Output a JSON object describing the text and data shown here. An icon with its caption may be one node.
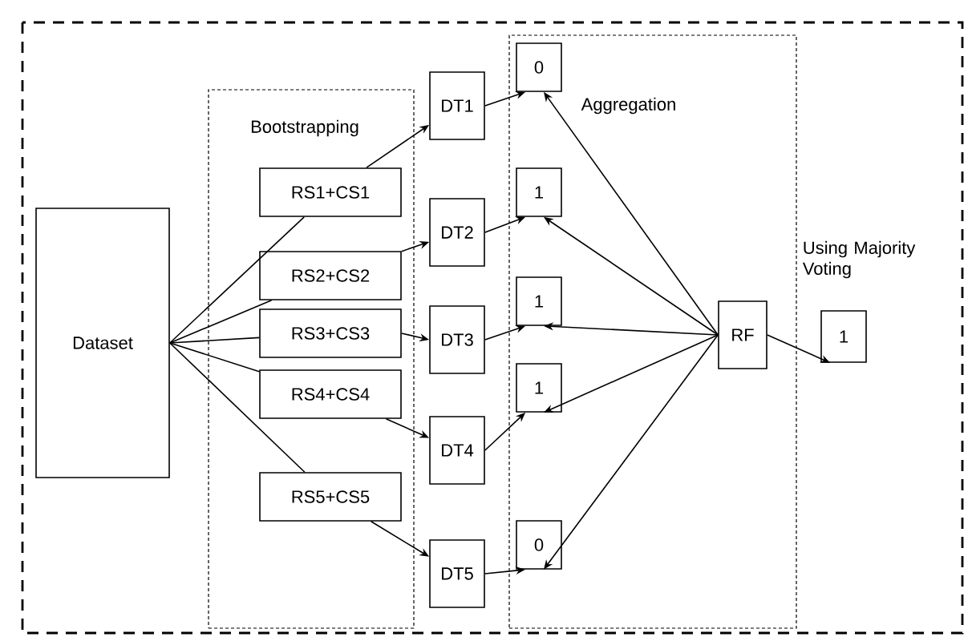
{
  "diagram": {
    "nodes": [
      {
        "text": [
          "Dataset"
        ]
      },
      {
        "text": [
          "Bootstrapping"
        ]
      },
      {
        "text": [
          "RS1+CS1"
        ],
        "in": 1
      },
      {
        "text": [
          "RS2+CS2"
        ],
        "in": 1
      },
      {
        "text": [
          "RS3+CS3"
        ],
        "in": 1
      },
      {
        "text": [
          "RS4+CS4"
        ],
        "in": 1
      },
      {
        "text": [
          "RS5+CS5"
        ],
        "in": 1
      },
      {
        "text": [
          "DT1"
        ]
      },
      {
        "text": [
          "DT2"
        ]
      },
      {
        "text": [
          "DT3"
        ]
      },
      {
        "text": [
          "DT4"
        ]
      },
      {
        "text": [
          "DT5"
        ]
      },
      {
        "text": [
          "Aggregation"
        ]
      },
      {
        "text": [
          "0"
        ],
        "in": 12
      },
      {
        "text": [
          "1"
        ],
        "in": 12
      },
      {
        "text": [
          "1"
        ],
        "in": 12
      },
      {
        "text": [
          "1"
        ],
        "in": 12
      },
      {
        "text": [
          "0"
        ],
        "in": 12
      },
      {
        "text": [
          "RF"
        ],
        "in": 12
      },
      {
        "text": [
          "1"
        ]
      }
    ],
    "edges": [
      {
        "from": 0,
        "to": 2,
        "arrow": "none"
      },
      {
        "from": 0,
        "to": 3,
        "arrow": "none"
      },
      {
        "from": 0,
        "to": 4,
        "arrow": "none"
      },
      {
        "from": 0,
        "to": 5,
        "arrow": "none"
      },
      {
        "from": 0,
        "to": 6,
        "arrow": "none"
      },
      {
        "from": 2,
        "to": 7,
        "arrow": "to"
      },
      {
        "from": 3,
        "to": 8,
        "arrow": "to"
      },
      {
        "from": 4,
        "to": 9,
        "arrow": "to"
      },
      {
        "from": 5,
        "to": 10,
        "arrow": "to"
      },
      {
        "from": 6,
        "to": 11,
        "arrow": "to"
      },
      {
        "from": 7,
        "to": 13,
        "arrow": "to"
      },
      {
        "from": 8,
        "to": 14,
        "arrow": "to"
      },
      {
        "from": 9,
        "to": 15,
        "arrow": "to"
      },
      {
        "from": 10,
        "to": 16,
        "arrow": "to"
      },
      {
        "from": 11,
        "to": 17,
        "arrow": "to"
      },
      {
        "from": 18,
        "to": 13,
        "arrow": "to"
      },
      {
        "from": 18,
        "to": 14,
        "arrow": "to"
      },
      {
        "from": 18,
        "to": 15,
        "arrow": "to"
      },
      {
        "from": 18,
        "to": 16,
        "arrow": "to"
      },
      {
        "from": 18,
        "to": 17,
        "arrow": "to"
      },
      {
        "from": 18,
        "to": 19,
        "arrow": "to"
      }
    ],
    "labels": [
      "Using Majority Voting"
    ]
  }
}
